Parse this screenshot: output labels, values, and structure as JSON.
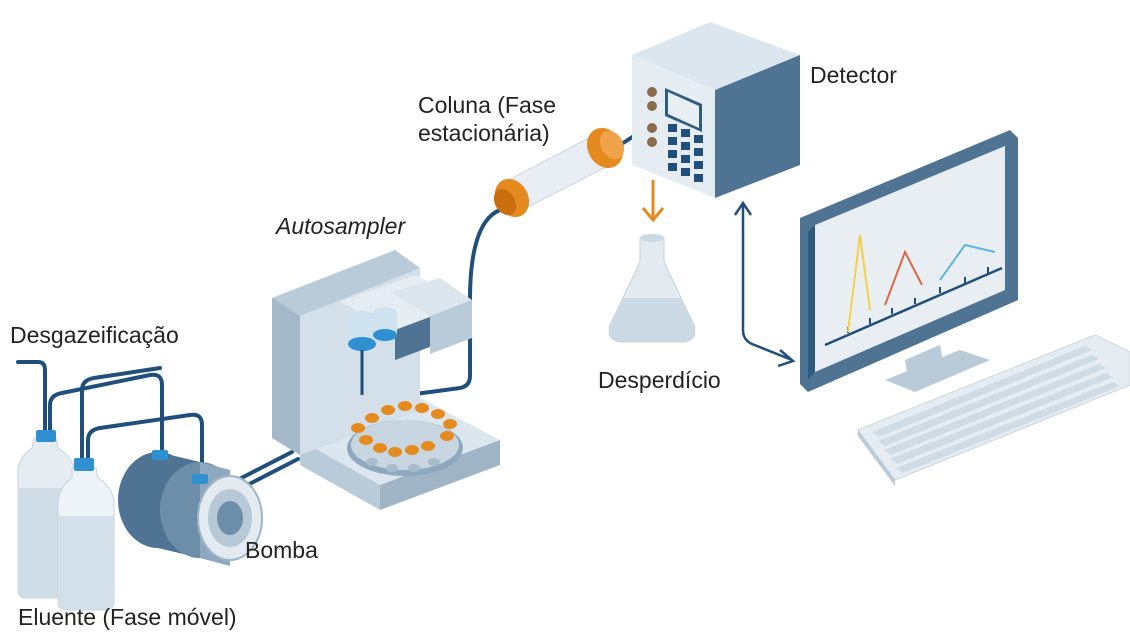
{
  "labels": {
    "desgaseificacao": "Desgazeificação",
    "autosampler": "Autosampler",
    "coluna_line1": "Coluna (Fase",
    "coluna_line2": "estacionária)",
    "detector": "Detector",
    "desperdicio": "Desperdício",
    "bomba": "Bomba",
    "eluente": "Eluente (Fase móvel)"
  },
  "colors": {
    "tube": "#1f4f7a",
    "machine_light": "#dce6ee",
    "machine_mid": "#b9cad8",
    "machine_dark": "#4f7392",
    "orange": "#e58a1f",
    "cap_blue": "#2e8fd1",
    "peak_yellow": "#f2d14b",
    "peak_red": "#d9674a",
    "peak_blue": "#5bb8dc"
  }
}
